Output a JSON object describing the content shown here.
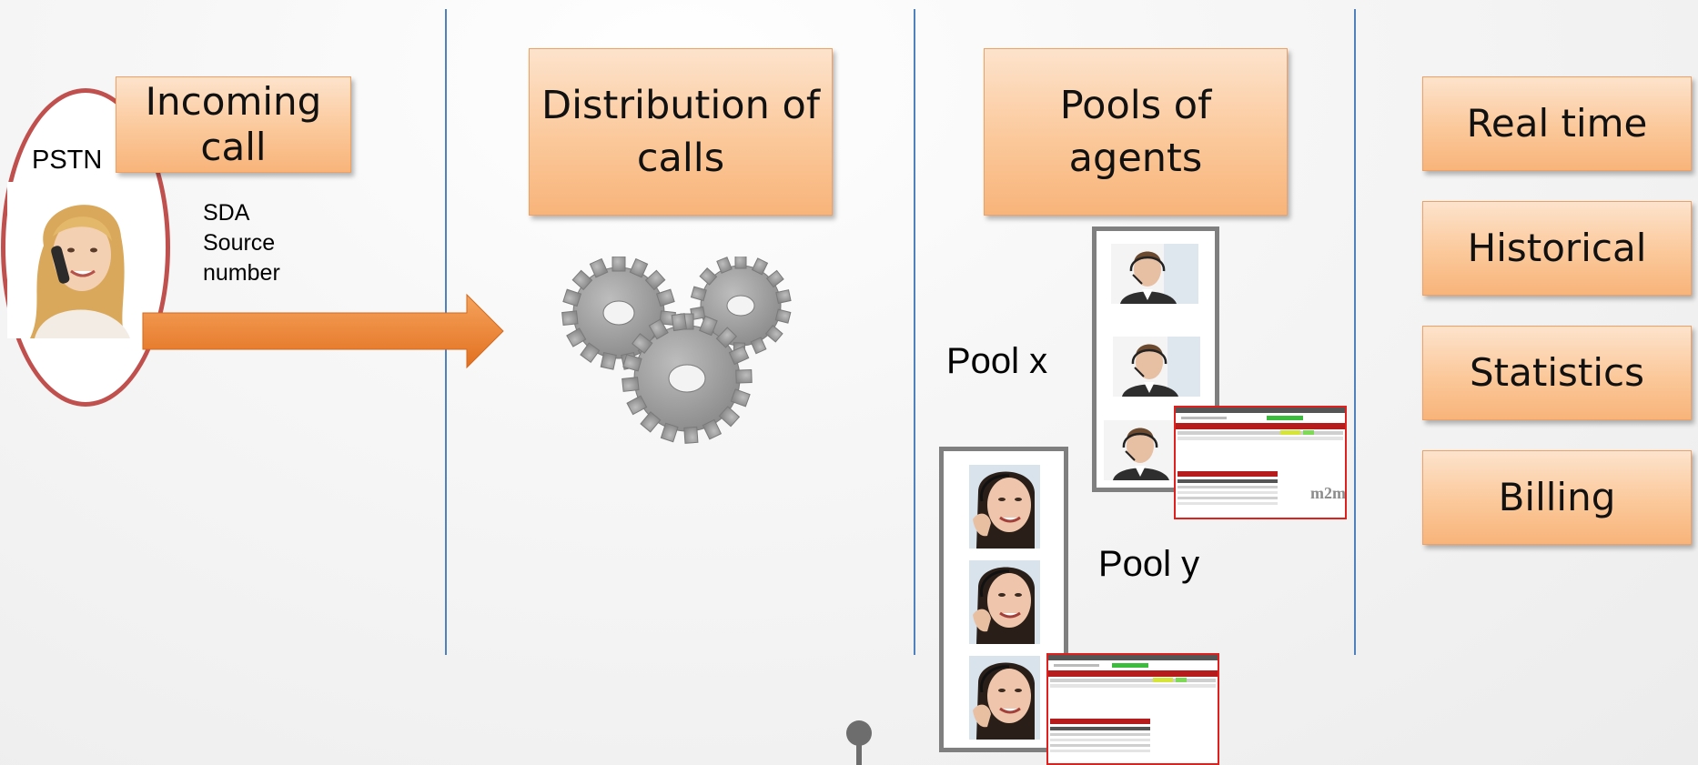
{
  "incoming": {
    "network_label": "PSTN",
    "box_label": "Incoming\ncall",
    "details": [
      "SDA",
      "Source",
      "number"
    ]
  },
  "distribution": {
    "box_label": "Distribution of\ncalls"
  },
  "pools": {
    "box_label": "Pools of\nagents",
    "pool_x_label": "Pool x",
    "pool_y_label": "Pool y",
    "screenshot_logo": "m2m"
  },
  "reports": [
    "Real time",
    "Historical",
    "Statistics",
    "Billing"
  ],
  "colors": {
    "divider": "#4f81bd",
    "arrow": "#ed7d31",
    "box_fill": "#fbc89a",
    "ellipse_border": "#c0504d",
    "screenshot_border": "#e0201c"
  }
}
